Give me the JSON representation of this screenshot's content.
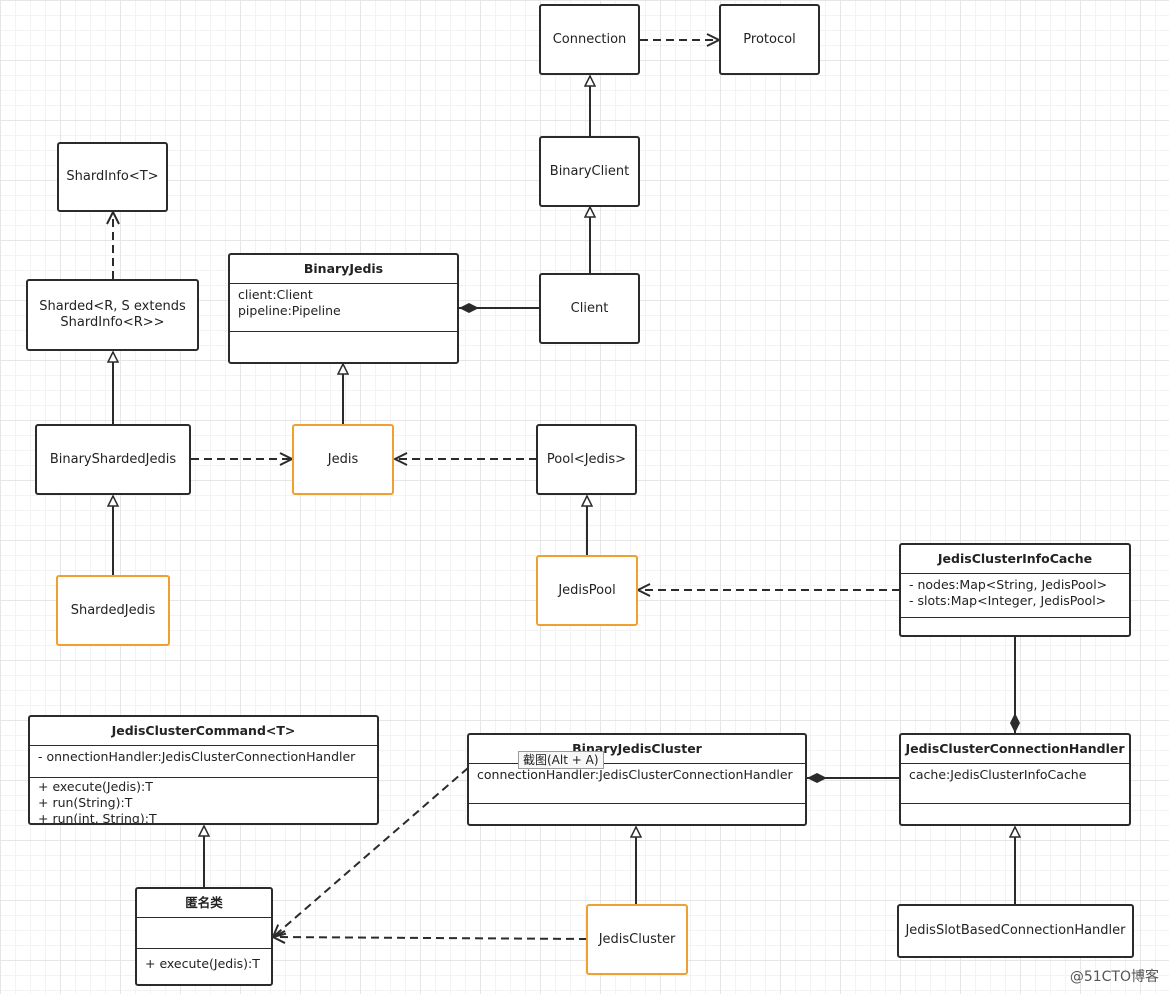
{
  "nodes": {
    "connection": "Connection",
    "protocol": "Protocol",
    "binary_client": "BinaryClient",
    "client": "Client",
    "shard_info": "ShardInfo<T>",
    "sharded": "Sharded<R, S extends ShardInfo<R>>",
    "binary_sharded_jedis": "BinaryShardedJedis",
    "jedis": "Jedis",
    "pool": "Pool<Jedis>",
    "sharded_jedis": "ShardedJedis",
    "jedis_pool": "JedisPool",
    "jedis_cluster": "JedisCluster",
    "slot_handler": "JedisSlotBasedConnectionHandler"
  },
  "classes": {
    "binary_jedis": {
      "name": "BinaryJedis",
      "attributes": [
        "client:Client",
        "pipeline:Pipeline"
      ]
    },
    "info_cache": {
      "name": "JedisClusterInfoCache",
      "attributes": [
        "- nodes:Map<String, JedisPool>",
        "- slots:Map<Integer, JedisPool>"
      ]
    },
    "command": {
      "name": "JedisClusterCommand<T>",
      "attributes": [
        "- onnectionHandler:JedisClusterConnectionHandler"
      ],
      "methods": [
        "+ execute(Jedis):T",
        "+ run(String):T",
        "+ run(int, String):T"
      ]
    },
    "binary_cluster": {
      "name": "BinaryJedisCluster",
      "attributes": [
        "connectionHandler:JedisClusterConnectionHandler"
      ]
    },
    "handler": {
      "name": "JedisClusterConnectionHandler",
      "attributes": [
        "cache:JedisClusterInfoCache"
      ]
    },
    "anon": {
      "name": "匿名类",
      "methods": [
        "+ execute(Jedis):T"
      ]
    }
  },
  "tooltip": "截图(Alt + A)",
  "watermark": "@51CTO博客",
  "colors": {
    "border": "#2b2b2b",
    "highlight": "#f0a030",
    "grid": "#e6e6e6"
  }
}
